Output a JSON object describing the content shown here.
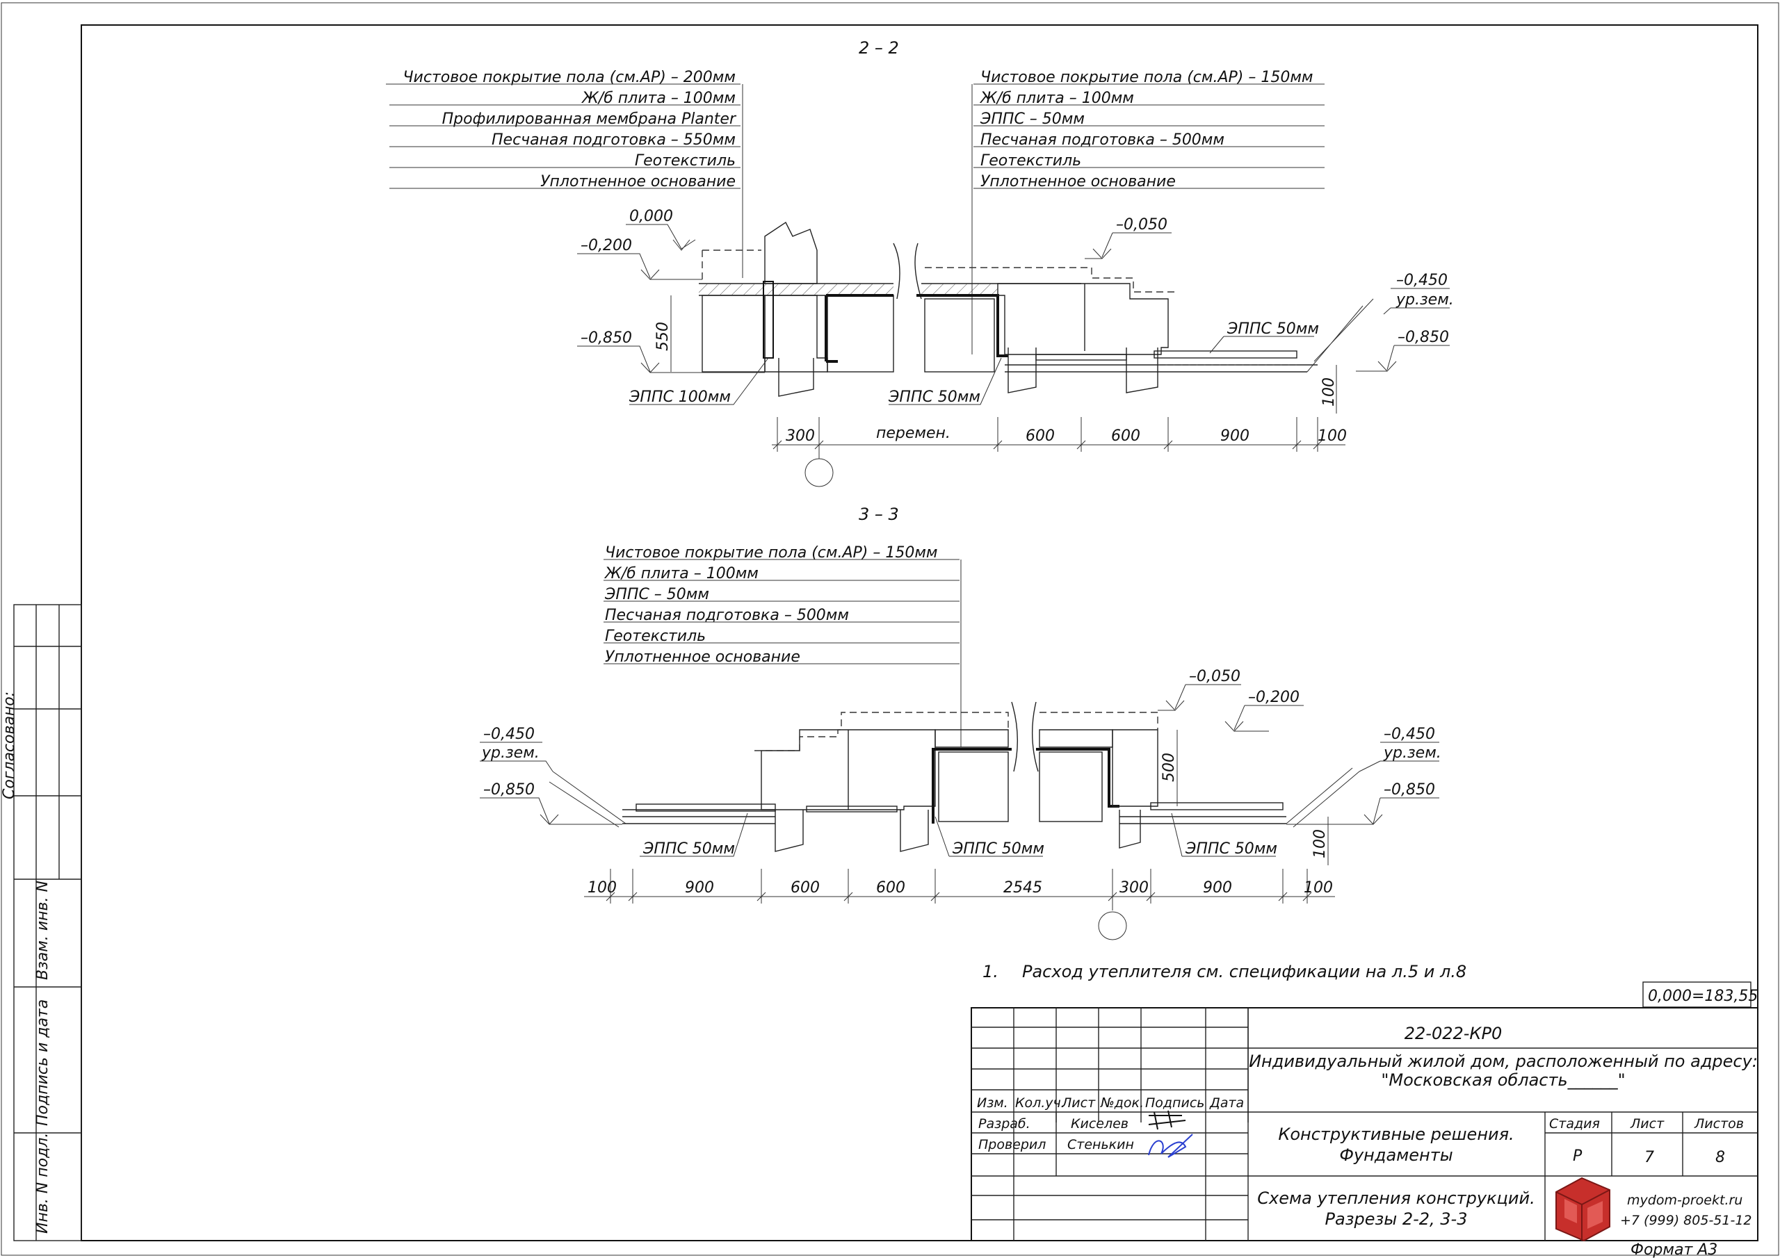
{
  "section22": {
    "title": "2 – 2",
    "left_layers": [
      "Чистовое покрытие пола (см.АР) – 200мм",
      "Ж/б плита – 100мм",
      "Профилированная мембрана Planter",
      "Песчаная подготовка – 550мм",
      "Геотекстиль",
      "Уплотненное основание"
    ],
    "right_layers": [
      "Чистовое покрытие пола (см.АР) – 150мм",
      "Ж/б плита – 100мм",
      "ЭППС – 50мм",
      "Песчаная подготовка – 500мм",
      "Геотекстиль",
      "Уплотненное основание"
    ],
    "levels": {
      "l0": "0,000",
      "l200": "–0,200",
      "l850": "–0,850",
      "l050": "–0,050",
      "l450": "–0,450",
      "ground": "ур.зем.",
      "r850": "–0,850"
    },
    "labels": {
      "h550": "550",
      "h100": "100",
      "epps100": "ЭППС 100мм",
      "epps50a": "ЭППС 50мм",
      "epps50b": "ЭППС 50мм"
    },
    "dims": [
      "300",
      "перемен.",
      "600",
      "600",
      "900",
      "100"
    ]
  },
  "section33": {
    "title": "3 – 3",
    "layers": [
      "Чистовое покрытие пола (см.АР) – 150мм",
      "Ж/б плита – 100мм",
      "ЭППС – 50мм",
      "Песчаная подготовка – 500мм",
      "Геотекстиль",
      "Уплотненное основание"
    ],
    "levels": {
      "l450a": "–0,450",
      "grounda": "ур.зем.",
      "l850a": "–0,850",
      "l050": "–0,050",
      "l200": "–0,200",
      "l450b": "–0,450",
      "groundb": "ур.зем.",
      "l850b": "–0,850"
    },
    "labels": {
      "h500": "500",
      "h100": "100",
      "epps50a": "ЭППС 50мм",
      "epps50b": "ЭППС 50мм",
      "epps50c": "ЭППС 50мм"
    },
    "dims": [
      "100",
      "900",
      "600",
      "600",
      "2545",
      "300",
      "900",
      "100"
    ]
  },
  "note": {
    "number": "1.",
    "text": "Расход утеплителя см. спецификации на л.5 и л.8"
  },
  "elevation_ref": "0,000=183,55",
  "title_block": {
    "code": "22-022-КР0",
    "project_line1": "Индивидуальный жилой дом, расположенный по адресу:",
    "project_line2": "\"Московская область______\"",
    "columns": [
      "Изм.",
      "Кол.уч.",
      "Лист",
      "№док.",
      "Подпись",
      "Дата"
    ],
    "rows": [
      {
        "role": "Разраб.",
        "name": "Киселев"
      },
      {
        "role": "Проверил",
        "name": "Стенькин"
      }
    ],
    "section_line1": "Конструктивные решения.",
    "section_line2": "Фундаменты",
    "stage_header": "Стадия",
    "sheet_header": "Лист",
    "sheets_header": "Листов",
    "stage": "Р",
    "sheet": "7",
    "sheets": "8",
    "drawing_line1": "Схема утепления конструкций.",
    "drawing_line2": "Разрезы 2-2, 3-3",
    "site": "mydom-proekt.ru",
    "phone": "+7 (999) 805-51-12"
  },
  "side_stamps": {
    "agreed": "Согласовано:",
    "inv_vzam": "Взам. инв. N",
    "sign_date": "Подпись и дата",
    "inv_podl": "Инв. N подл."
  },
  "format": "Формат А3"
}
